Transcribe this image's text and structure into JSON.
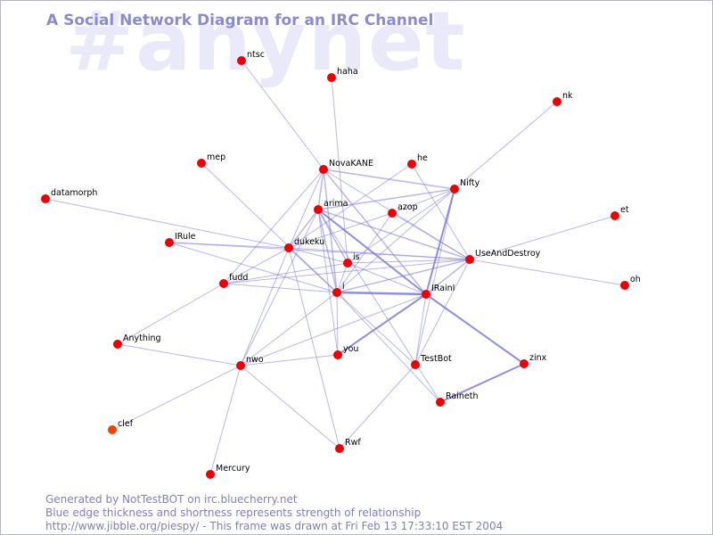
{
  "watermark": "#anynet",
  "title": "A Social Network Diagram for an IRC Channel",
  "footer": {
    "line1": "Generated by NotTestBOT on irc.bluecherry.net",
    "line2": "Blue edge thickness and shortness represents strength of relationship",
    "line3": "http://www.jibble.org/piespy/ - This frame was drawn at Fri Feb 13 17:33:10 EST 2004"
  },
  "colors": {
    "node": "#ee0000",
    "node_alt": "#ee4400",
    "edge": "#7b7bdd",
    "title": "#8a8ad0",
    "watermark": "#e9e9fa"
  },
  "nodes": [
    {
      "id": "ntsc",
      "label": "ntsc"
    },
    {
      "id": "haha",
      "label": "haha"
    },
    {
      "id": "nk",
      "label": "nk"
    },
    {
      "id": "mep",
      "label": "mep"
    },
    {
      "id": "NovaKANE",
      "label": "NovaKANE"
    },
    {
      "id": "he",
      "label": "he"
    },
    {
      "id": "Nifty",
      "label": "Nifty"
    },
    {
      "id": "datamorph",
      "label": "datamorph"
    },
    {
      "id": "arima",
      "label": "arima"
    },
    {
      "id": "azop",
      "label": "azop"
    },
    {
      "id": "et",
      "label": "et"
    },
    {
      "id": "IRule",
      "label": "IRule"
    },
    {
      "id": "dukeku",
      "label": "dukeku"
    },
    {
      "id": "UseAndDestroy",
      "label": "UseAndDestroy"
    },
    {
      "id": "is",
      "label": "is"
    },
    {
      "id": "fudd",
      "label": "fudd"
    },
    {
      "id": "oh",
      "label": "oh"
    },
    {
      "id": "i",
      "label": "i"
    },
    {
      "id": "IRainI",
      "label": "IRainI"
    },
    {
      "id": "Anything",
      "label": "Anything"
    },
    {
      "id": "you",
      "label": "you"
    },
    {
      "id": "nwo",
      "label": "nwo"
    },
    {
      "id": "TestBot",
      "label": "TestBot"
    },
    {
      "id": "zinx",
      "label": "zinx"
    },
    {
      "id": "Raineth",
      "label": "Raineth"
    },
    {
      "id": "clef",
      "label": "clef",
      "alt": true
    },
    {
      "id": "Rwf",
      "label": "Rwf"
    },
    {
      "id": "Mercury",
      "label": "Mercury"
    }
  ],
  "edges": [
    {
      "from": "ntsc",
      "to": "NovaKANE",
      "w": 1
    },
    {
      "from": "haha",
      "to": "is",
      "w": 1
    },
    {
      "from": "nk",
      "to": "Nifty",
      "w": 1
    },
    {
      "from": "mep",
      "to": "i",
      "w": 1
    },
    {
      "from": "NovaKANE",
      "to": "Nifty",
      "w": 1.5
    },
    {
      "from": "NovaKANE",
      "to": "UseAndDestroy",
      "w": 1
    },
    {
      "from": "NovaKANE",
      "to": "arima",
      "w": 1.5
    },
    {
      "from": "NovaKANE",
      "to": "i",
      "w": 1.5
    },
    {
      "from": "NovaKANE",
      "to": "dukeku",
      "w": 1
    },
    {
      "from": "NovaKANE",
      "to": "fudd",
      "w": 1
    },
    {
      "from": "NovaKANE",
      "to": "IRainI",
      "w": 1.5
    },
    {
      "from": "he",
      "to": "UseAndDestroy",
      "w": 1
    },
    {
      "from": "he",
      "to": "dukeku",
      "w": 1
    },
    {
      "from": "Nifty",
      "to": "IRainI",
      "w": 2
    },
    {
      "from": "Nifty",
      "to": "arima",
      "w": 1.5
    },
    {
      "from": "Nifty",
      "to": "i",
      "w": 1
    },
    {
      "from": "Nifty",
      "to": "is",
      "w": 1
    },
    {
      "from": "Nifty",
      "to": "TestBot",
      "w": 1
    },
    {
      "from": "Nifty",
      "to": "azop",
      "w": 1
    },
    {
      "from": "datamorph",
      "to": "dukeku",
      "w": 1
    },
    {
      "from": "arima",
      "to": "UseAndDestroy",
      "w": 1.5
    },
    {
      "from": "arima",
      "to": "i",
      "w": 1.5
    },
    {
      "from": "arima",
      "to": "is",
      "w": 1.5
    },
    {
      "from": "arima",
      "to": "IRainI",
      "w": 2
    },
    {
      "from": "arima",
      "to": "dukeku",
      "w": 1.5
    },
    {
      "from": "arima",
      "to": "nwo",
      "w": 1
    },
    {
      "from": "arima",
      "to": "you",
      "w": 1
    },
    {
      "from": "arima",
      "to": "Raineth",
      "w": 1
    },
    {
      "from": "azop",
      "to": "i",
      "w": 1
    },
    {
      "from": "azop",
      "to": "UseAndDestroy",
      "w": 1
    },
    {
      "from": "azop",
      "to": "dukeku",
      "w": 1
    },
    {
      "from": "et",
      "to": "UseAndDestroy",
      "w": 1
    },
    {
      "from": "IRule",
      "to": "dukeku",
      "w": 1
    },
    {
      "from": "IRule",
      "to": "i",
      "w": 1
    },
    {
      "from": "IRule",
      "to": "UseAndDestroy",
      "w": 1
    },
    {
      "from": "dukeku",
      "to": "UseAndDestroy",
      "w": 1
    },
    {
      "from": "dukeku",
      "to": "i",
      "w": 1.5
    },
    {
      "from": "dukeku",
      "to": "is",
      "w": 1
    },
    {
      "from": "dukeku",
      "to": "nwo",
      "w": 1
    },
    {
      "from": "dukeku",
      "to": "Rwf",
      "w": 1
    },
    {
      "from": "dukeku",
      "to": "fudd",
      "w": 1
    },
    {
      "from": "UseAndDestroy",
      "to": "i",
      "w": 1.5
    },
    {
      "from": "UseAndDestroy",
      "to": "IRainI",
      "w": 1.5
    },
    {
      "from": "UseAndDestroy",
      "to": "is",
      "w": 1
    },
    {
      "from": "UseAndDestroy",
      "to": "TestBot",
      "w": 1
    },
    {
      "from": "UseAndDestroy",
      "to": "oh",
      "w": 1
    },
    {
      "from": "UseAndDestroy",
      "to": "fudd",
      "w": 1
    },
    {
      "from": "is",
      "to": "i",
      "w": 1
    },
    {
      "from": "is",
      "to": "IRainI",
      "w": 1
    },
    {
      "from": "is",
      "to": "fudd",
      "w": 1
    },
    {
      "from": "fudd",
      "to": "Anything",
      "w": 1
    },
    {
      "from": "fudd",
      "to": "i",
      "w": 1
    },
    {
      "from": "i",
      "to": "IRainI",
      "w": 2.5
    },
    {
      "from": "i",
      "to": "TestBot",
      "w": 1
    },
    {
      "from": "i",
      "to": "Raineth",
      "w": 1
    },
    {
      "from": "i",
      "to": "nwo",
      "w": 1
    },
    {
      "from": "i",
      "to": "you",
      "w": 1
    },
    {
      "from": "IRainI",
      "to": "zinx",
      "w": 2
    },
    {
      "from": "IRainI",
      "to": "you",
      "w": 2
    },
    {
      "from": "IRainI",
      "to": "TestBot",
      "w": 1
    },
    {
      "from": "IRainI",
      "to": "nwo",
      "w": 1
    },
    {
      "from": "Anything",
      "to": "nwo",
      "w": 1
    },
    {
      "from": "nwo",
      "to": "you",
      "w": 1
    },
    {
      "from": "nwo",
      "to": "clef",
      "w": 1
    },
    {
      "from": "nwo",
      "to": "Mercury",
      "w": 1
    },
    {
      "from": "nwo",
      "to": "Rwf",
      "w": 1
    },
    {
      "from": "TestBot",
      "to": "Rwf",
      "w": 1
    },
    {
      "from": "zinx",
      "to": "Raineth",
      "w": 2
    }
  ]
}
